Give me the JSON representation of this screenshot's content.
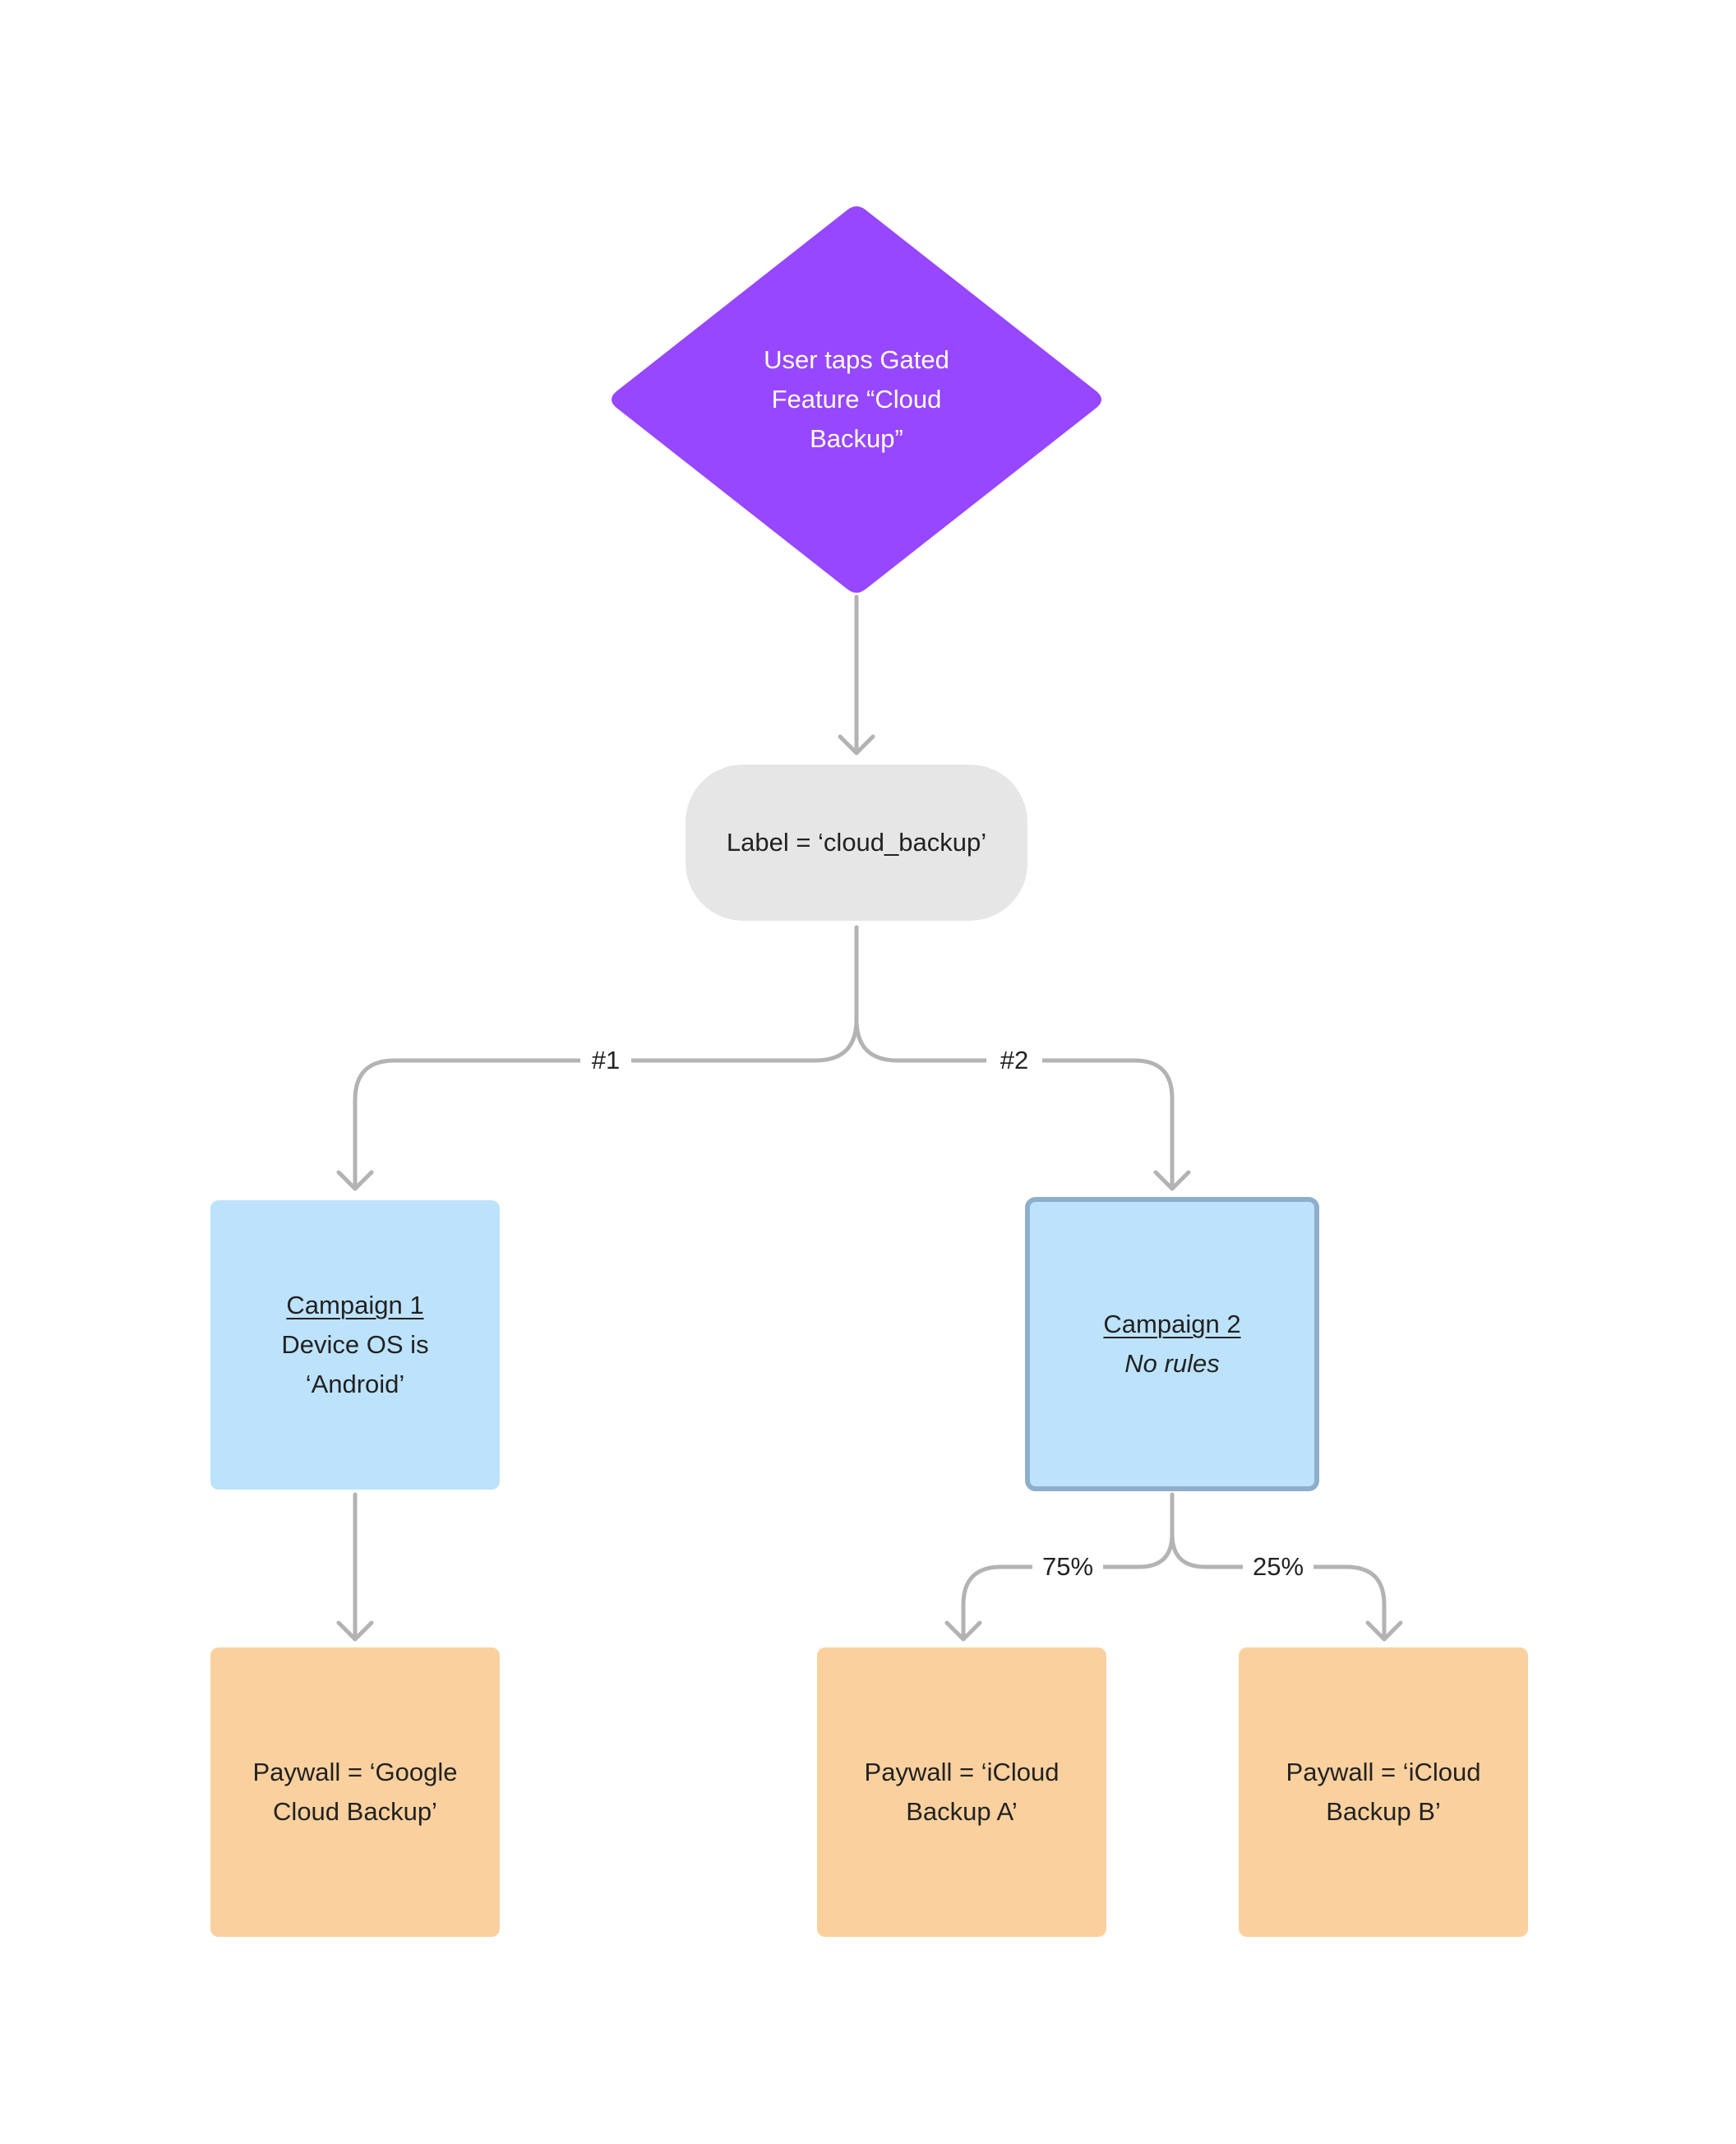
{
  "colors": {
    "decision": "#9747FF",
    "label_node": "#E6E6E6",
    "campaign": "#BDE3FC",
    "campaign_selected_border": "#8EAFCB",
    "paywall": "#FAD19E",
    "connector": "#B3B3B3",
    "text": "#222222"
  },
  "start": {
    "line1": "User taps Gated",
    "line2": "Feature “Cloud",
    "line3": "Backup”"
  },
  "label_node": {
    "text": "Label = ‘cloud_backup’"
  },
  "edges": {
    "priority_1": "#1",
    "priority_2": "#2",
    "split_a": "75%",
    "split_b": "25%"
  },
  "campaign1": {
    "title": "Campaign 1",
    "rule_line1": "Device OS is",
    "rule_line2": "‘Android’"
  },
  "campaign2": {
    "title": "Campaign 2",
    "rule": "No rules"
  },
  "paywall_google": {
    "line1": "Paywall = ‘Google",
    "line2": "Cloud Backup’"
  },
  "paywall_icloud_a": {
    "line1": "Paywall = ‘iCloud",
    "line2": "Backup A’"
  },
  "paywall_icloud_b": {
    "line1": "Paywall = ‘iCloud",
    "line2": "Backup B’"
  }
}
